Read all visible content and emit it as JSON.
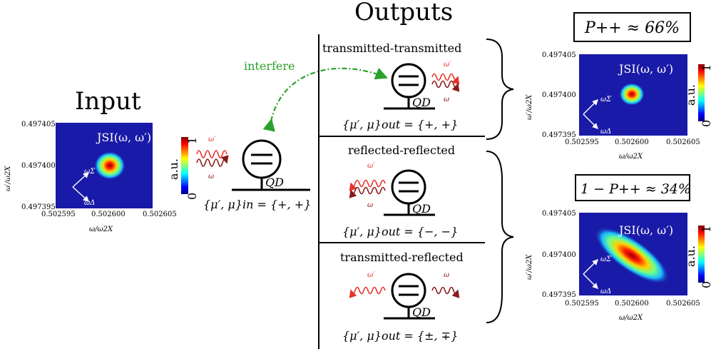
{
  "titles": {
    "input": "Input",
    "outputs": "Outputs"
  },
  "interfere_label": "interfere",
  "jsi_label": "JSI(ω, ω′)",
  "axes": {
    "xlabel": "ω/ω2X",
    "ylabel": "ω′/ω2X",
    "xticks": [
      "0.502595",
      "0.502600",
      "0.502605"
    ],
    "yticks": [
      "0.497405",
      "0.497400",
      "0.497395"
    ],
    "colorbar_label": "a.u.",
    "colorbar_ticks": [
      "1",
      "0"
    ]
  },
  "basis": {
    "sigma": "ωΣ",
    "delta": "ωΔ"
  },
  "qd_label": "QD",
  "photon_labels": {
    "w_prime": "ω′",
    "w": "ω"
  },
  "input_state": "{μ′, μ}in = {+, +}",
  "rows": [
    {
      "title": "transmitted-transmitted",
      "state": "{μ′, μ}out = {+, +}"
    },
    {
      "title": "reflected-reflected",
      "state": "{μ′, μ}out = {−, −}"
    },
    {
      "title": "transmitted-reflected",
      "state": "{μ′, μ}out = {±, ∓}"
    }
  ],
  "probabilities": {
    "top": "P++ ≈ 66%",
    "bottom": "1 − P++ ≈ 34%"
  },
  "colors": {
    "jet_background": "#1a1aa8",
    "interfere": "#2ca02c",
    "photon_red": "#e8322a",
    "photon_dark": "#8b1a1a"
  }
}
